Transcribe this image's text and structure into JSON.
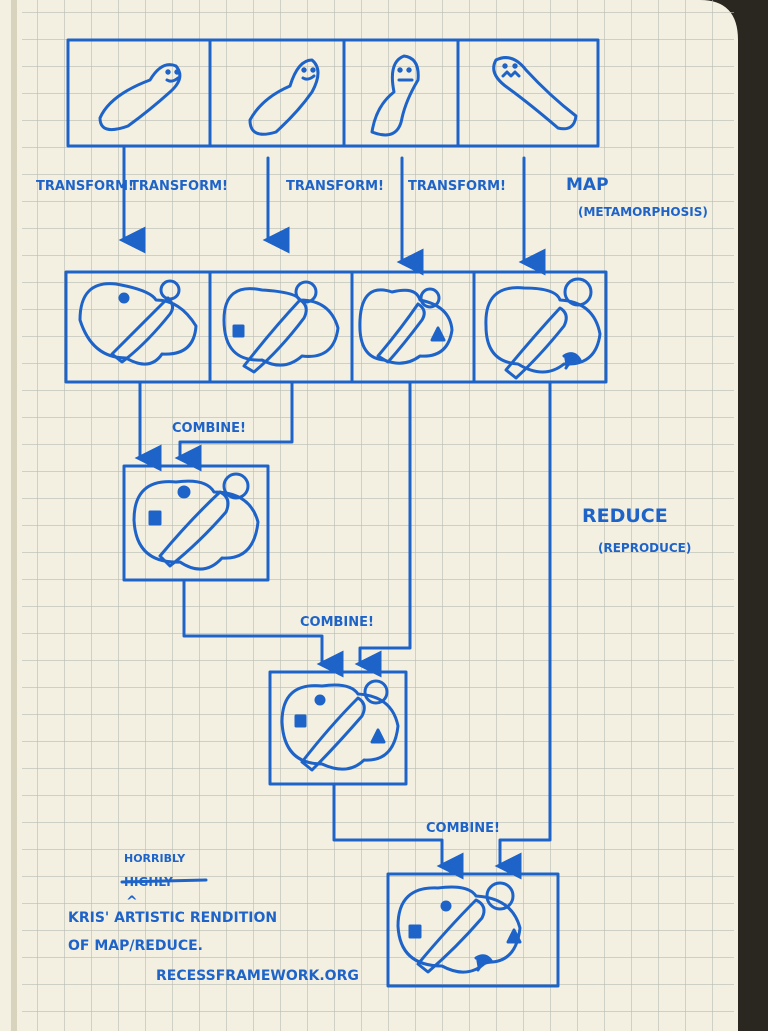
{
  "colors": {
    "ink": "#1e63c8",
    "paper": "#f3f0e2",
    "grid": "#b9bcb4",
    "background": "#2a2620"
  },
  "labels": {
    "transform_1": "TRANSFORM!",
    "transform_2": "TRANSFORM!",
    "transform_3": "TRANSFORM!",
    "transform_4": "TRANSFORM!",
    "map_title": "MAP",
    "map_subtitle": "(METAMORPHOSIS)",
    "combine_1": "COMBINE!",
    "combine_2": "COMBINE!",
    "combine_3": "COMBINE!",
    "reduce_title": "REDUCE",
    "reduce_subtitle": "(REPRODUCE)",
    "inserted_word": "HORRIBLY",
    "struck_word": "HIGHLY",
    "caret": "^",
    "credit_line_1": "KRIS' ARTISTIC RENDITION",
    "credit_line_2": "OF MAP/REDUCE.",
    "credit_line_3": "RECESSFRAMEWORK.ORG"
  },
  "icons": {
    "caterpillar": "caterpillar-icon",
    "butterfly": "butterfly-icon",
    "arrow": "arrow-down-icon"
  }
}
